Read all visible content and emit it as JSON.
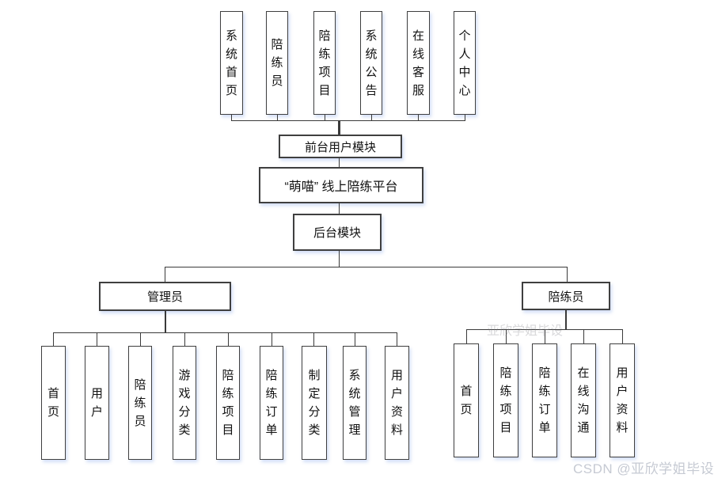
{
  "diagram": {
    "platform_title": "“萌喵” 线上陪练平台",
    "front_module_label": "前台用户模块",
    "backend_module_label": "后台模块",
    "front_children": [
      "系统首页",
      "陪练员",
      "陪练项目",
      "系统公告",
      "在线客服",
      "个人中心"
    ],
    "roles": {
      "admin_label": "管理员",
      "companion_label": "陪练员"
    },
    "admin_children": [
      "首页",
      "用户",
      "陪练员",
      "游戏分类",
      "陪练项目",
      "陪练订单",
      "制定分类",
      "系统管理",
      "用户资料"
    ],
    "companion_children": [
      "首页",
      "陪练项目",
      "陪练订单",
      "在线沟通",
      "用户资料"
    ]
  },
  "watermark": {
    "text": "CSDN @亚欣学姐毕设",
    "faint_text": "亚欣学姐毕设"
  },
  "colors": {
    "line": "#3a3a3a",
    "node_border": "#3f3f3f",
    "text": "#111111",
    "node_shadow": "rgba(158,185,238,0.45)",
    "watermark": "#c6cad3",
    "background": "#ffffff"
  }
}
